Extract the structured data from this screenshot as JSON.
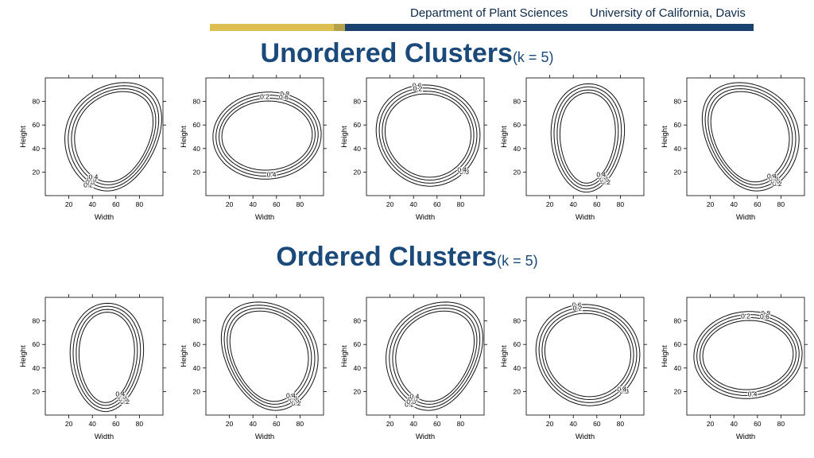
{
  "header": {
    "department": "Department of Plant Sciences",
    "university": "University of California, Davis",
    "colors": {
      "gold": "#dcbf4f",
      "navy": "#1a4270"
    }
  },
  "sections": [
    {
      "title": "Unordered Clusters",
      "subscript": "(k = 5)"
    },
    {
      "title": "Ordered Clusters",
      "subscript": "(k = 5)"
    }
  ],
  "axes": {
    "xlabel": "Width",
    "ylabel": "Height",
    "xticks": [
      "20",
      "40",
      "60",
      "80"
    ],
    "yticks": [
      "20",
      "40",
      "60",
      "80"
    ]
  },
  "chart_data": [
    {
      "type": "contour",
      "section": "Unordered Clusters",
      "shape": "pear-left",
      "levels": [
        "0.8",
        "0.6",
        "0.4",
        "0.2"
      ],
      "label_groups": [
        {
          "labels": [
            "0.2",
            "0.8",
            "0.6",
            "0.4"
          ]
        }
      ]
    },
    {
      "type": "contour",
      "section": "Unordered Clusters",
      "shape": "ellipse",
      "levels": [
        "0.8",
        "0.6",
        "0.2",
        "0.4"
      ],
      "label_groups": [
        {
          "labels": [
            "0.8",
            "0.6"
          ]
        },
        {
          "labels": [
            "0.2"
          ]
        },
        {
          "labels": [
            "0.4"
          ]
        }
      ]
    },
    {
      "type": "contour",
      "section": "Unordered Clusters",
      "shape": "round",
      "levels": [
        "0.6",
        "0.2",
        "0.8",
        "0.4"
      ],
      "label_groups": [
        {
          "labels": [
            "0.6",
            "0.2"
          ]
        },
        {
          "labels": [
            "0.8",
            "0.4"
          ]
        }
      ]
    },
    {
      "type": "contour",
      "section": "Unordered Clusters",
      "shape": "narrow",
      "levels": [
        "0.2",
        "0.6",
        "0.8",
        "0.4"
      ],
      "label_groups": [
        {
          "labels": [
            "0.2",
            "0.6",
            "0.8",
            "0.4"
          ]
        }
      ]
    },
    {
      "type": "contour",
      "section": "Unordered Clusters",
      "shape": "pear-right",
      "levels": [
        "0.2",
        "0.6",
        "0.8",
        "0.4"
      ],
      "label_groups": [
        {
          "labels": [
            "0.2",
            "0.6",
            "0.8",
            "0.4"
          ]
        }
      ]
    },
    {
      "type": "contour",
      "section": "Ordered Clusters",
      "shape": "narrow",
      "levels": [
        "0.2",
        "0.6",
        "0.8",
        "0.4"
      ],
      "label_groups": [
        {
          "labels": [
            "0.2",
            "0.6",
            "0.8",
            "0.4"
          ]
        }
      ]
    },
    {
      "type": "contour",
      "section": "Ordered Clusters",
      "shape": "pear-right",
      "levels": [
        "0.2",
        "0.6",
        "0.8",
        "0.4"
      ],
      "label_groups": [
        {
          "labels": [
            "0.2",
            "0.6",
            "0.8",
            "0.4"
          ]
        }
      ]
    },
    {
      "type": "contour",
      "section": "Ordered Clusters",
      "shape": "pear-left",
      "levels": [
        "0.2",
        "0.8",
        "0.6",
        "0.4"
      ],
      "label_groups": [
        {
          "labels": [
            "0.2",
            "0.8",
            "0.6",
            "0.4"
          ]
        }
      ]
    },
    {
      "type": "contour",
      "section": "Ordered Clusters",
      "shape": "round",
      "levels": [
        "0.6",
        "0.2",
        "0.8",
        "0.4"
      ],
      "label_groups": [
        {
          "labels": [
            "0.6",
            "0.2"
          ]
        },
        {
          "labels": [
            "0.8",
            "0.4"
          ]
        }
      ]
    },
    {
      "type": "contour",
      "section": "Ordered Clusters",
      "shape": "ellipse",
      "levels": [
        "0.8",
        "0.6",
        "0.2",
        "0.4"
      ],
      "label_groups": [
        {
          "labels": [
            "0.8",
            "0.6"
          ]
        },
        {
          "labels": [
            "0.2"
          ]
        },
        {
          "labels": [
            "0.4"
          ]
        }
      ]
    }
  ]
}
